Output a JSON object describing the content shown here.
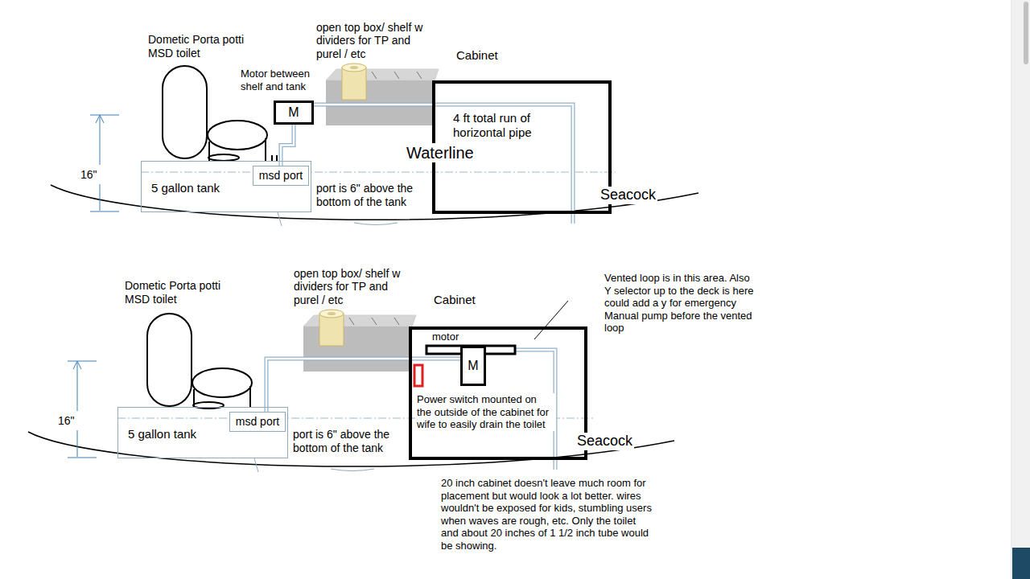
{
  "diagram": {
    "nodes": [
      {
        "text": [
          "open top box/ shelf w dividers for TP and purel / etc"
        ]
      },
      {
        "text": [
          "Cabinet",
          "4 ft total run of horizontal pipe"
        ]
      },
      {
        "text": [
          "M"
        ]
      },
      {
        "text": [
          "5 gallon tank"
        ]
      },
      {
        "text": [
          "msd port"
        ],
        "in": 3
      },
      {
        "text": [
          "open top box/ shelf w dividers for TP and purel / etc"
        ]
      },
      {
        "text": [
          "Cabinet"
        ]
      },
      {
        "text": [
          "M"
        ],
        "in": 6
      },
      {
        "text": [
          "5 gallon tank"
        ]
      },
      {
        "text": [
          "msd port"
        ],
        "in": 8
      }
    ],
    "edges": [
      {
        "from": 4,
        "to": 2,
        "arrow": "none"
      },
      {
        "from": 2,
        "to": 1,
        "arrow": "none"
      },
      {
        "from": 9,
        "to": 7,
        "arrow": "none"
      }
    ],
    "labels": [
      "Dometic Porta potti MSD toilet",
      "Motor between shelf and tank",
      "Waterline",
      "16\"",
      "port is 6\" above the bottom of the tank",
      "Seacock",
      "Dometic Porta potti MSD toilet",
      "Vented loop is in this area. Also Y selector up to the deck is here could add a y for emergency Manual pump before the vented loop",
      "motor",
      "Power switch mounted on the outside of the cabinet for wife to easily drain the toilet",
      "16\"",
      "port is 6\" above the bottom of the tank",
      "Seacock",
      "20 inch cabinet doesn't leave much room for placement but would look a lot better. wires wouldn't be exposed for kids, stumbling users when waves are rough, etc. Only the toilet and about 20 inches of 1 1/2 inch tube would be showing."
    ]
  }
}
